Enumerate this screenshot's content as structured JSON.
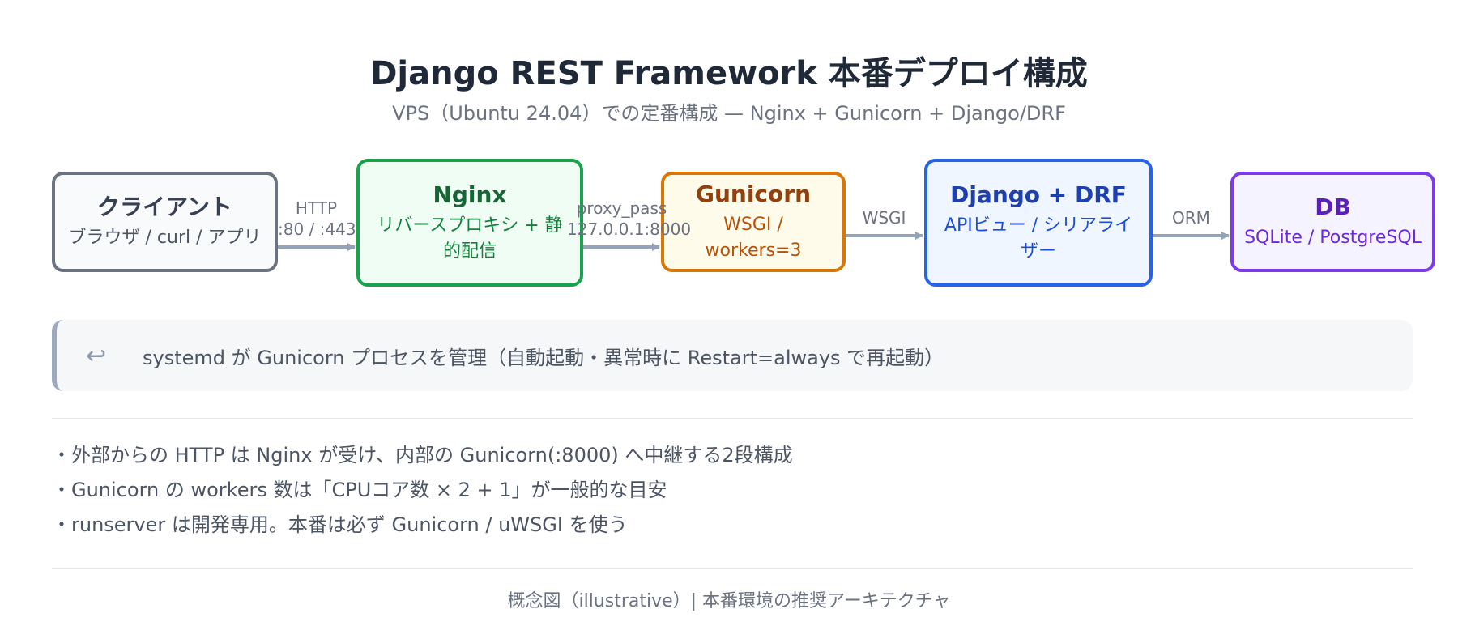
{
  "header": {
    "title": "Django REST Framework 本番デプロイ構成",
    "subtitle": "VPS（Ubuntu 24.04）での定番構成 — Nginx + Gunicorn + Django/DRF"
  },
  "nodes": [
    {
      "title": "クライアント",
      "sub": "ブラウザ / curl / アプリ",
      "border": "#6b7280",
      "bg": "#f9fafb",
      "title_color": "#374151",
      "sub_color": "#4b5563"
    },
    {
      "title": "Nginx",
      "sub": "リバースプロキシ + 静的配信",
      "border": "#16a34a",
      "bg": "#f0fdf4",
      "title_color": "#166534",
      "sub_color": "#15803d"
    },
    {
      "title": "Gunicorn",
      "sub": "WSGI / workers=3",
      "border": "#d97706",
      "bg": "#fffbeb",
      "title_color": "#92400e",
      "sub_color": "#b45309"
    },
    {
      "title": "Django + DRF",
      "sub": "APIビュー / シリアライザー",
      "border": "#2563eb",
      "bg": "#eff6ff",
      "title_color": "#1e40af",
      "sub_color": "#1d4ed8"
    },
    {
      "title": "DB",
      "sub": "SQLite / PostgreSQL",
      "border": "#7c3aed",
      "bg": "#f5f3ff",
      "title_color": "#5b21b6",
      "sub_color": "#6d28d9"
    }
  ],
  "connectors": [
    {
      "line1": "HTTP",
      "line2": ":80 / :443"
    },
    {
      "line1": "proxy_pass",
      "line2": "127.0.0.1:8000"
    },
    {
      "line1": "WSGI",
      "line2": ""
    },
    {
      "line1": "ORM",
      "line2": ""
    }
  ],
  "note": {
    "icon": "return-arrow-icon",
    "text": "systemd が Gunicorn プロセスを管理（自動起動・異常時に Restart=always で再起動）"
  },
  "bullets": [
    "・外部からの HTTP は Nginx が受け、内部の Gunicorn(:8000) へ中継する2段構成",
    "・Gunicorn の workers 数は「CPUコア数 × 2 + 1」が一般的な目安",
    "・runserver は開発専用。本番は必ず Gunicorn / uWSGI を使う"
  ],
  "footer": "概念図（illustrative）| 本番環境の推奨アーキテクチャ"
}
